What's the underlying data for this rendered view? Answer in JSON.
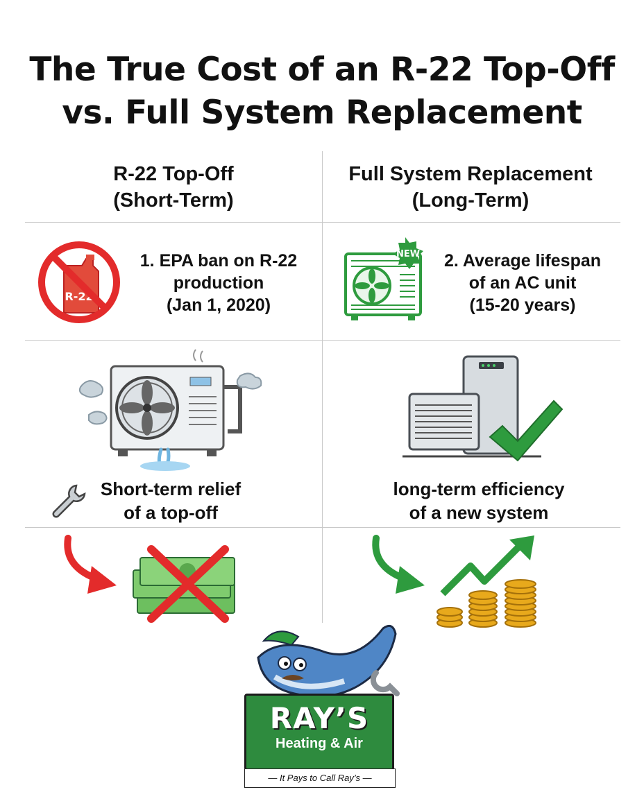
{
  "title": {
    "line1": "The True Cost of an R-22 Top-Off",
    "line2": "vs. Full System Replacement"
  },
  "left_column": {
    "heading_line1": "R-22 Top-Off",
    "heading_line2": "(Short-Term)",
    "point_line1": "1. EPA ban on R-22",
    "point_line2": "production",
    "point_line3": "(Jan 1, 2020)",
    "canister_label": "R-22",
    "caption_line1": "Short-term relief",
    "caption_line2": "of a top-off",
    "icons": [
      "no-r22-icon",
      "leaking-ac-icon",
      "wrench-icon",
      "red-arrow-icon",
      "crossed-money-icon"
    ]
  },
  "right_column": {
    "heading_line1": "Full System Replacement",
    "heading_line2": "(Long-Term)",
    "new_badge": "NEW",
    "point_line1": "2. Average lifespan",
    "point_line2": "of an AC unit",
    "point_line3": "(15-20 years)",
    "caption_line1": "long-term efficiency",
    "caption_line2": "of a new system",
    "icons": [
      "new-ac-unit-icon",
      "new-hvac-system-icon",
      "green-checkmark-icon",
      "green-arrow-icon",
      "coins-growth-icon"
    ]
  },
  "logo": {
    "name": "RAY’S",
    "sub": "Heating & Air",
    "tagline": "It Pays to Call Ray’s",
    "mascot": "stingray-mascot-icon"
  },
  "colors": {
    "red": "#e32b2b",
    "green": "#2e9b3e",
    "logo_green": "#2e8b3e",
    "gold": "#e8a91c"
  }
}
